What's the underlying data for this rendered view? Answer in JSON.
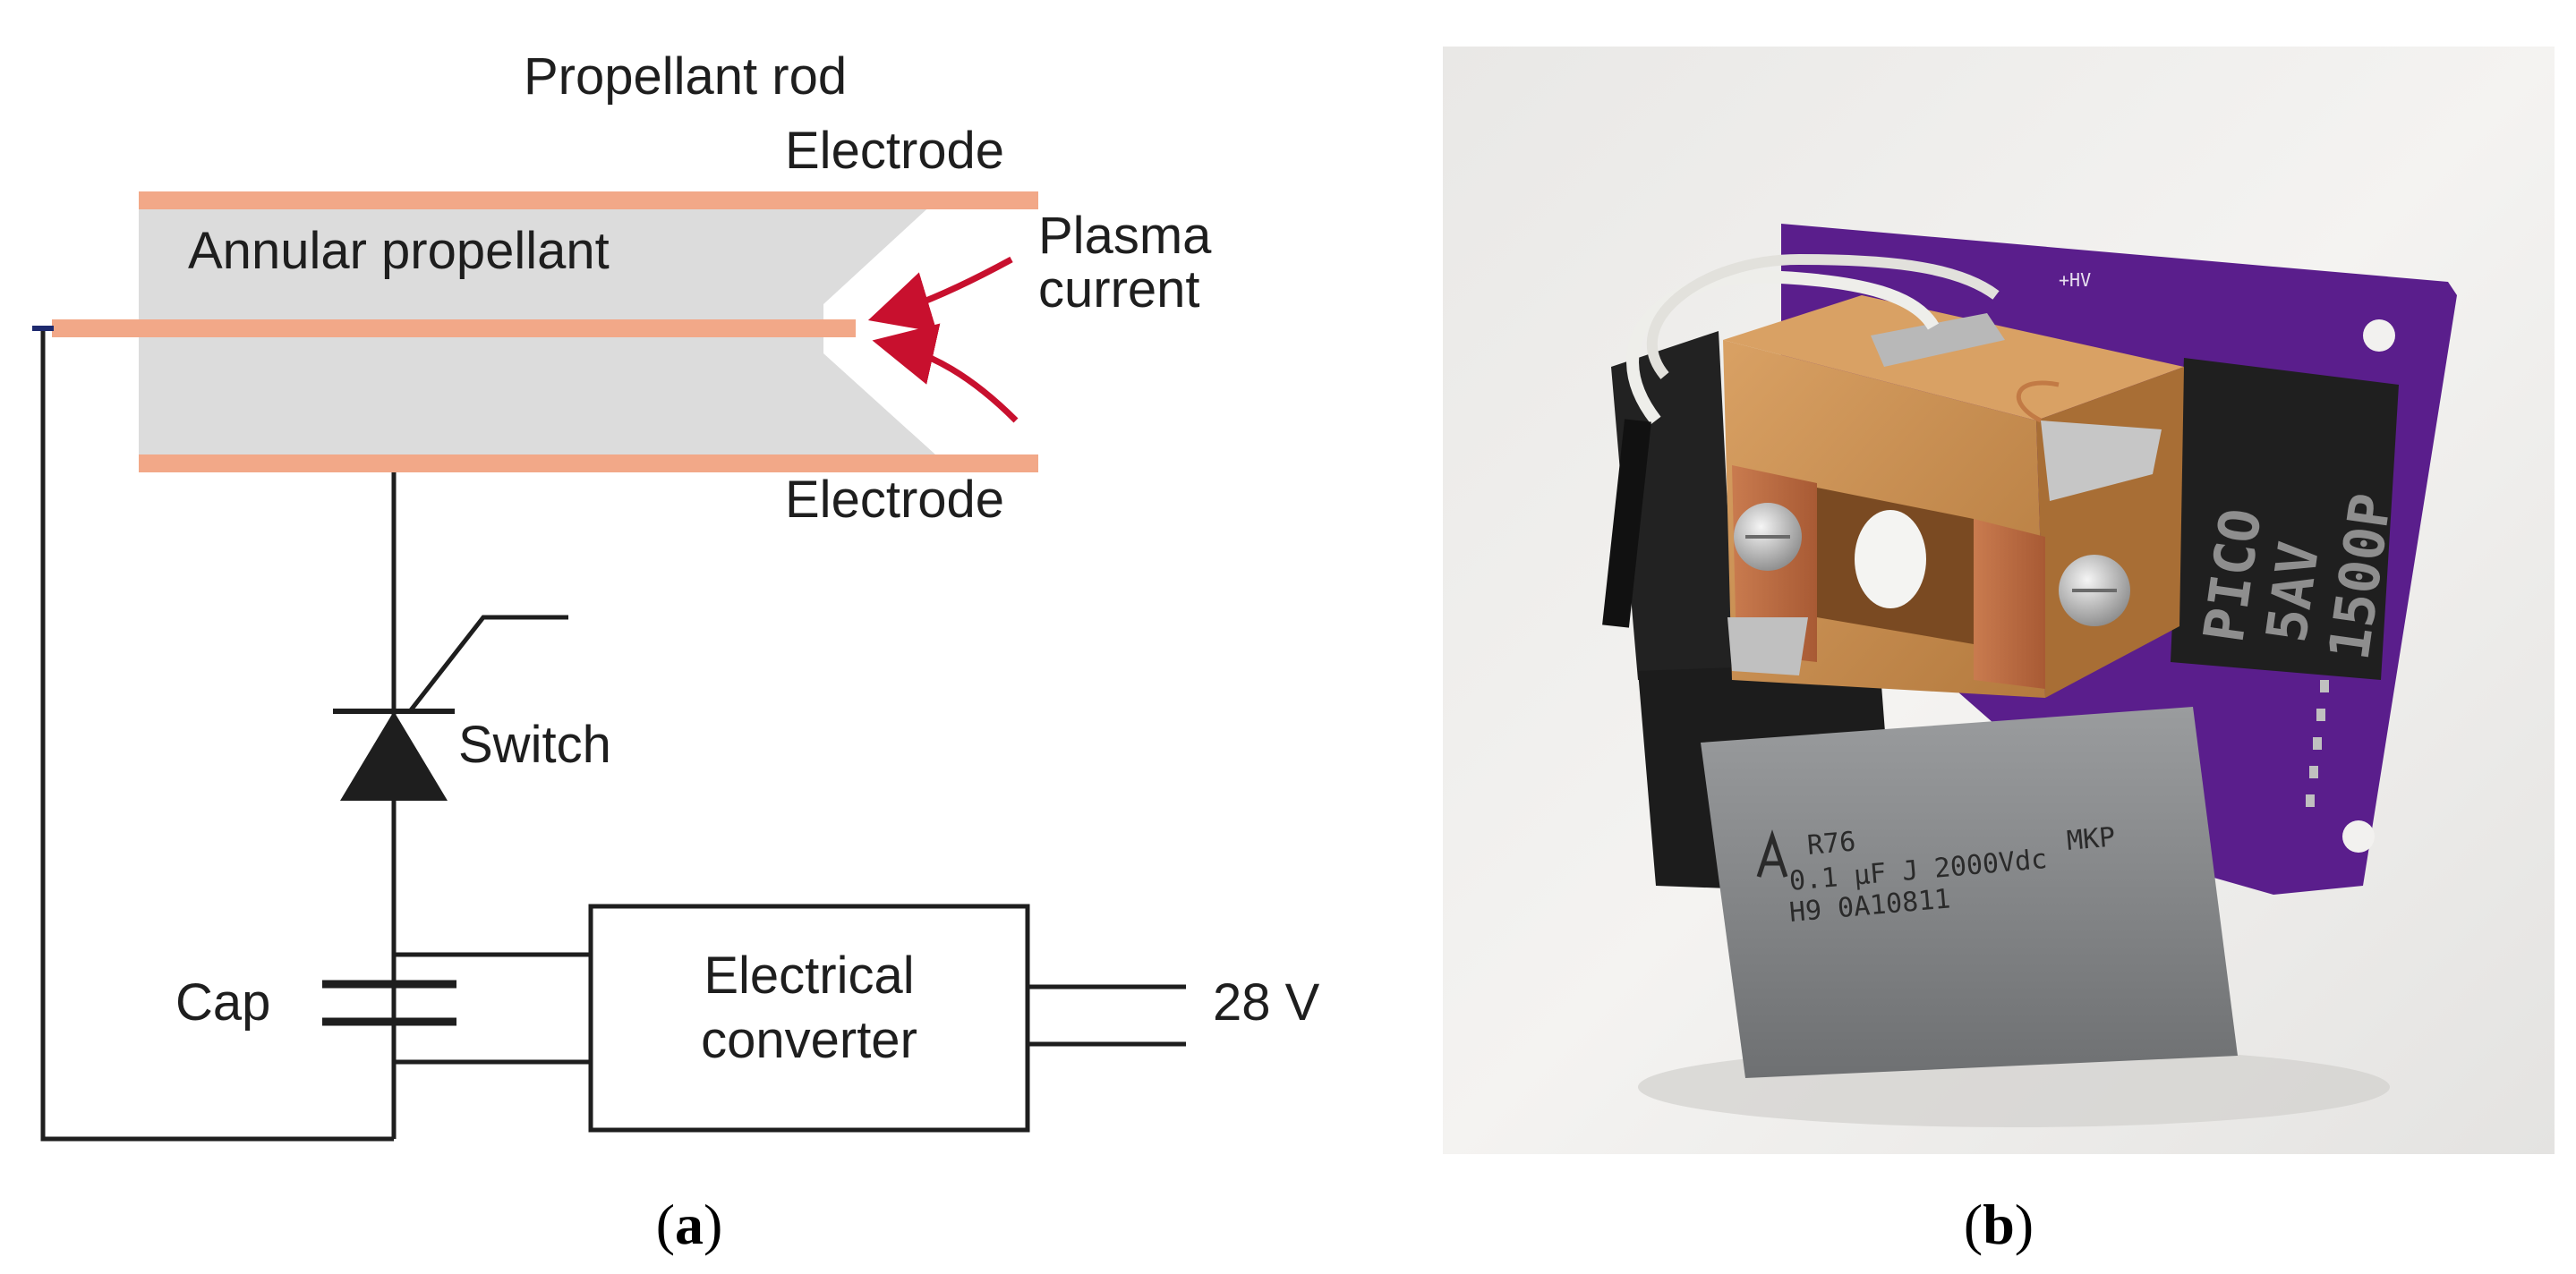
{
  "panel_a": {
    "labels": {
      "propellant_rod": "Propellant rod",
      "electrode_top": "Electrode",
      "annular_propellant": "Annular propellant",
      "plasma_line1": "Plasma",
      "plasma_line2": "current",
      "electrode_bottom": "Electrode",
      "switch": "Switch",
      "cap": "Cap",
      "converter_line1": "Electrical",
      "converter_line2": "converter",
      "voltage": "28 V"
    },
    "caption": {
      "open": "(",
      "letter": "a",
      "close": ")"
    },
    "colors": {
      "electrode": "#f2a888",
      "propellant": "#dcdcdc",
      "arrow": "#c8102e",
      "wire": "#1e1e1e"
    }
  },
  "panel_b": {
    "device_markings": {
      "hv": "+HV",
      "pico_line1": "PICO",
      "pico_line2": "5AV",
      "pico_line3": "1500P",
      "cap_line1": "R76",
      "cap_line2": "0.1 µF J 2000Vdc",
      "cap_line3": "H9 0A10811",
      "cap_mkp": "MKP"
    },
    "caption": {
      "open": "(",
      "letter": "b",
      "close": ")"
    },
    "colors": {
      "pcb": "#5a1e8c",
      "housing": "#c88a4a",
      "capacitor": "#8a8c8e",
      "background": "#f0efed"
    }
  }
}
